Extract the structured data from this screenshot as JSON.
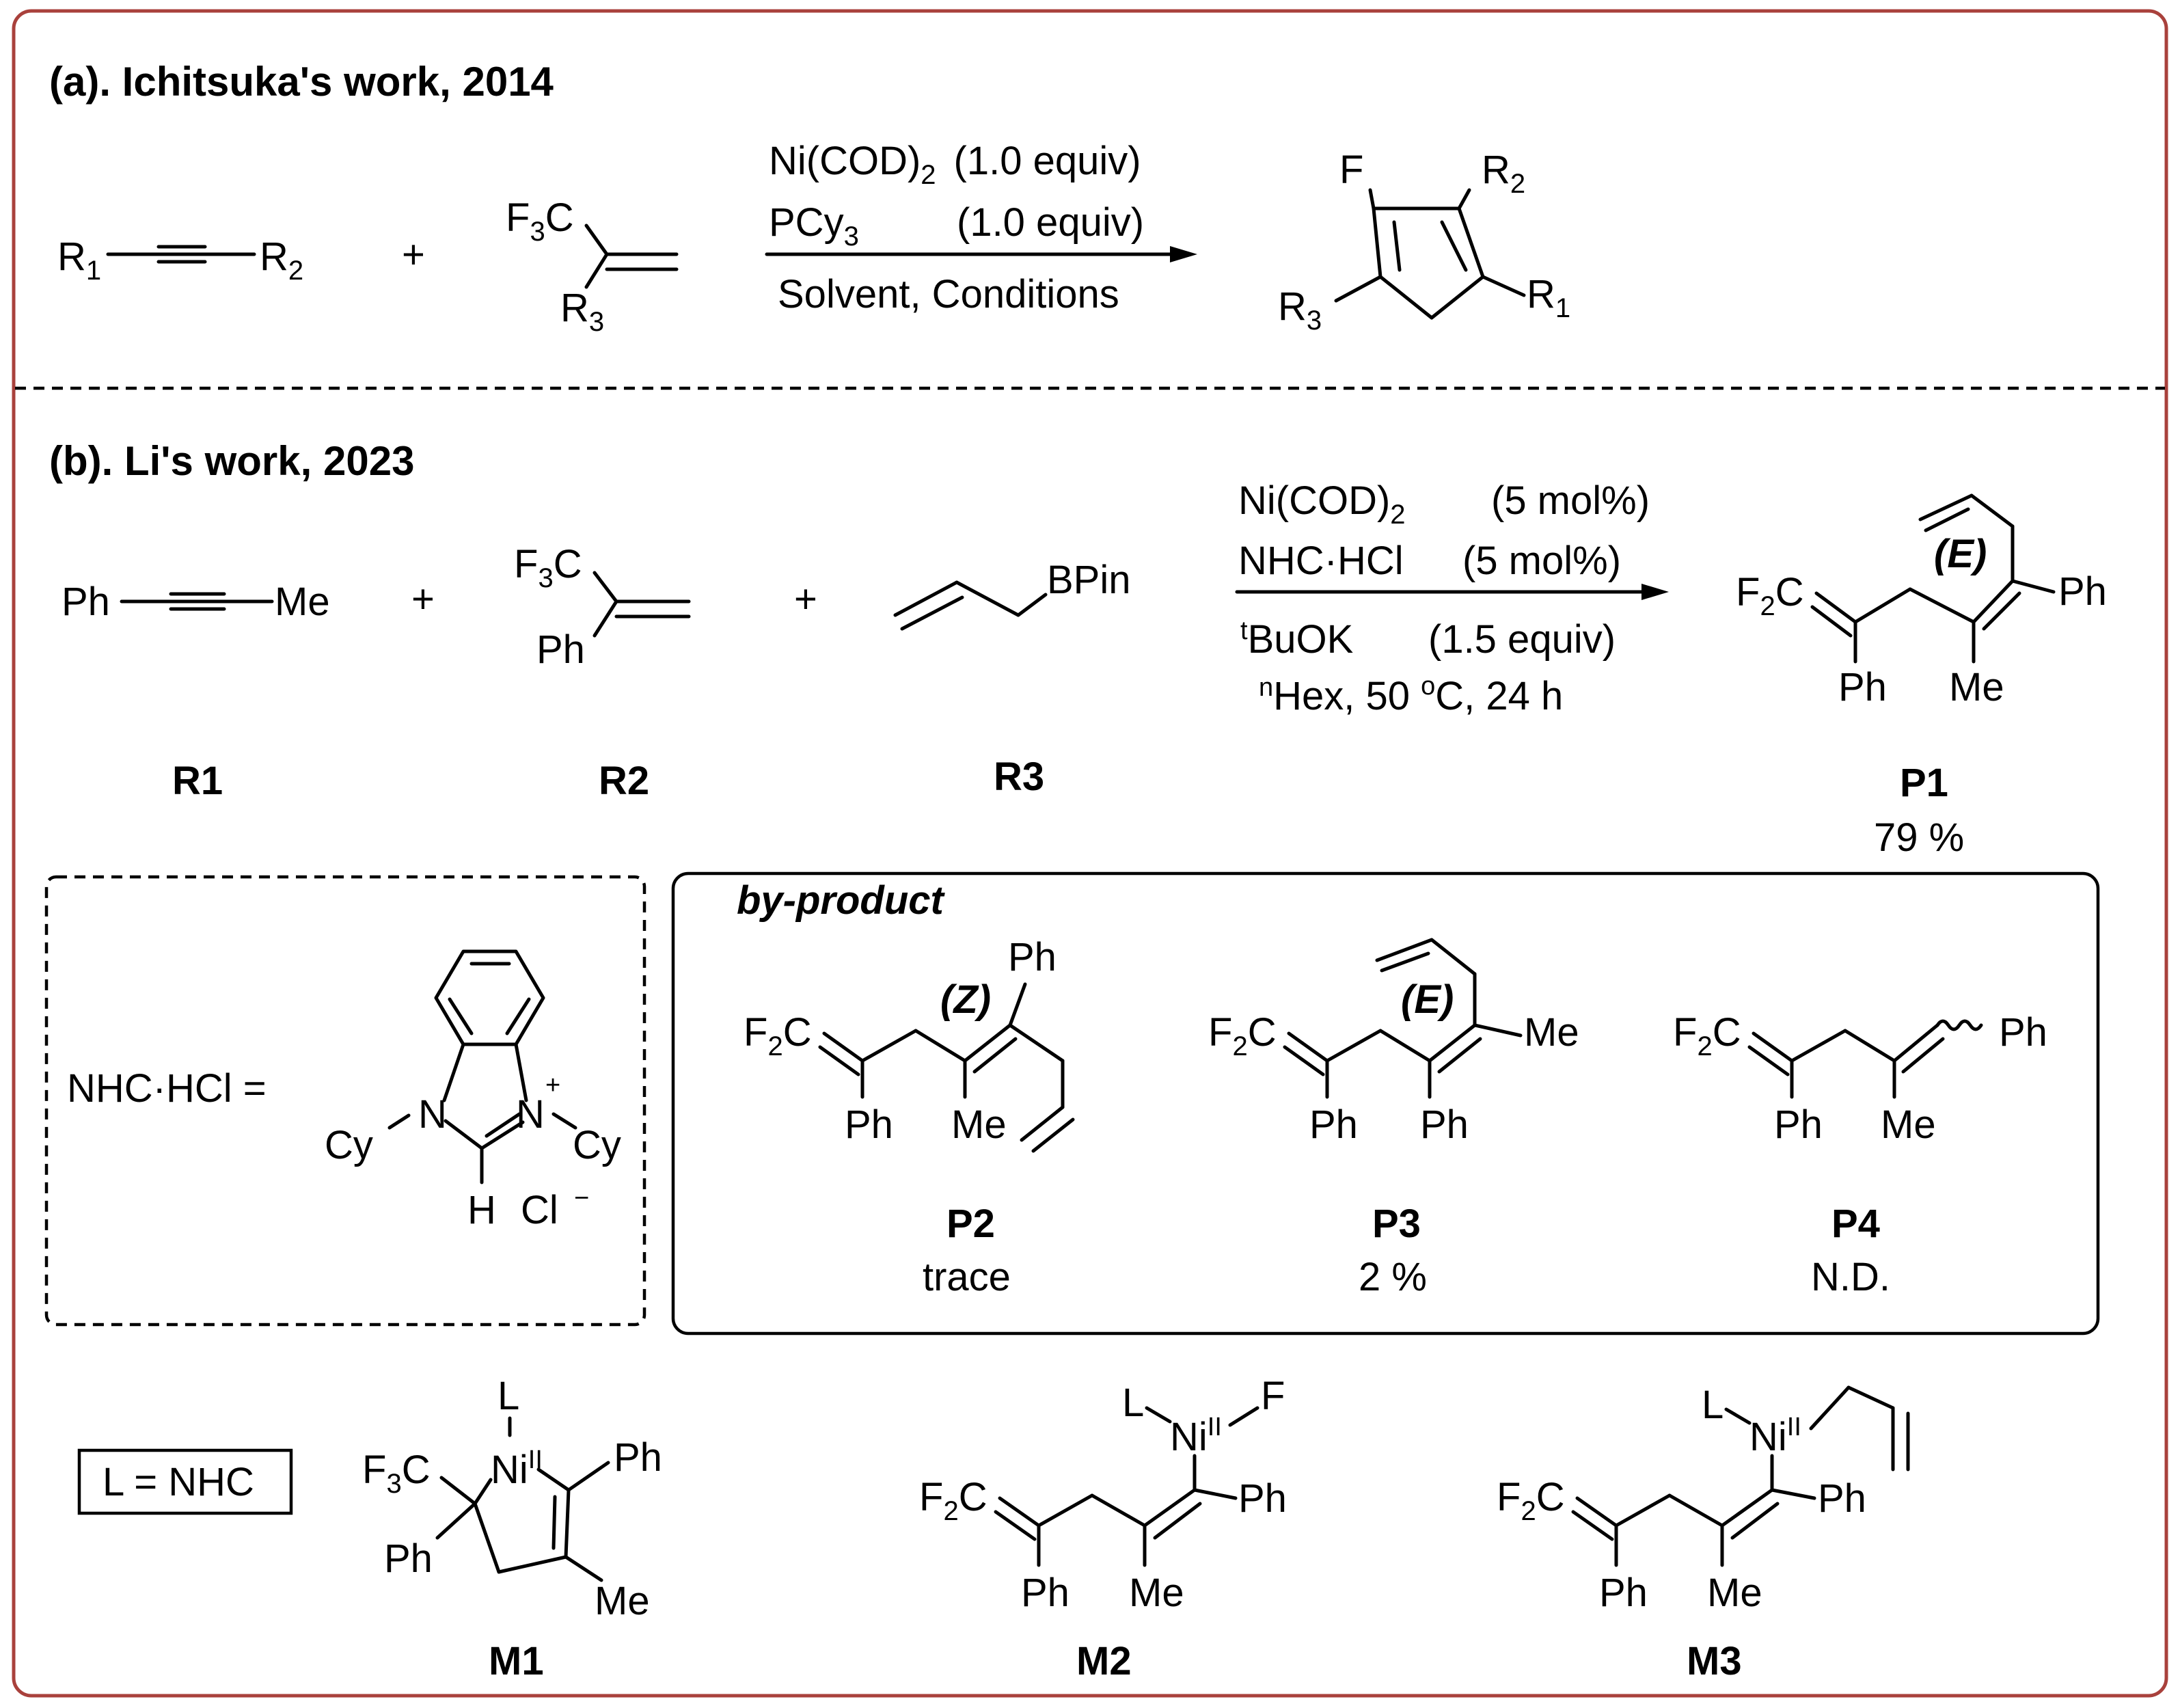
{
  "section_a": {
    "title": "(a). Ichitsuka's work, 2014",
    "alkyne": {
      "left": "R",
      "left_sub": "1",
      "right": "R",
      "right_sub": "2"
    },
    "plus": "+",
    "alkene": {
      "cf3": "F",
      "cf3_sub": "3",
      "cf3_tail": "C",
      "r3": "R",
      "r3_sub": "3"
    },
    "conditions": {
      "line1_main": "Ni(COD)",
      "line1_sub": "2",
      "line1_amount": "(1.0 equiv)",
      "line2_main": "PCy",
      "line2_sub": "3",
      "line2_amount": "(1.0 equiv)",
      "line3": "Solvent, Conditions"
    },
    "product": {
      "f": "F",
      "r2": "R",
      "r2_sub": "2",
      "r3": "R",
      "r3_sub": "3",
      "r1": "R",
      "r1_sub": "1"
    }
  },
  "section_b": {
    "title": "(b). Li's work, 2023",
    "reagents": {
      "r1": {
        "ph": "Ph",
        "me": "Me",
        "label": "R1"
      },
      "r2": {
        "cf3": "F",
        "cf3_sub": "3",
        "cf3_tail": "C",
        "ph": "Ph",
        "label": "R2"
      },
      "r3": {
        "bpin": "BPin",
        "label": "R3"
      },
      "plus": "+"
    },
    "conditions": {
      "line1_main": "Ni(COD)",
      "line1_sub": "2",
      "line1_amount": "(5 mol%)",
      "line2_main": "NHC·HCl",
      "line2_amount": "(5 mol%)",
      "line3_sup": "t",
      "line3_main": "BuOK",
      "line3_amount": "(1.5 equiv)",
      "line4_sup": "n",
      "line4_main": "Hex, 50 ",
      "line4_deg": "o",
      "line4_tail": "C, 24 h"
    },
    "product": {
      "f2": "F",
      "f2_sub": "2",
      "f2_tail": "C",
      "stereo": "(E)",
      "ph_right": "Ph",
      "ph_bottom": "Ph",
      "me": "Me",
      "label": "P1",
      "yield": "79 %"
    },
    "nhc_box": {
      "label": "NHC·HCl =",
      "cy_left": "Cy",
      "cy_right": "Cy",
      "n_left": "N",
      "n_right": "N",
      "charge": "+",
      "h": "H",
      "cl": "Cl",
      "cl_charge": "−"
    },
    "byproduct": {
      "title": "by-product",
      "p2": {
        "f2": "F",
        "f2_sub": "2",
        "f2_tail": "C",
        "stereo": "(Z)",
        "ph_top": "Ph",
        "ph": "Ph",
        "me": "Me",
        "label": "P2",
        "yield": "trace"
      },
      "p3": {
        "f2": "F",
        "f2_sub": "2",
        "f2_tail": "C",
        "stereo": "(E)",
        "me": "Me",
        "ph_left": "Ph",
        "ph_right": "Ph",
        "label": "P3",
        "yield": "2 %"
      },
      "p4": {
        "f2": "F",
        "f2_sub": "2",
        "f2_tail": "C",
        "ph_right": "Ph",
        "ph": "Ph",
        "me": "Me",
        "label": "P4",
        "yield": "N.D."
      }
    },
    "ligand_key": "L = NHC",
    "m1": {
      "l": "L",
      "ni": "Ni",
      "ni_ox": "II",
      "cf3": "F",
      "cf3_sub": "3",
      "cf3_tail": "C",
      "ph_right": "Ph",
      "ph_left": "Ph",
      "me": "Me",
      "label": "M1"
    },
    "m2": {
      "l": "L",
      "ni": "Ni",
      "ni_ox": "II",
      "f": "F",
      "f2": "F",
      "f2_sub": "2",
      "f2_tail": "C",
      "ph_right": "Ph",
      "ph": "Ph",
      "me": "Me",
      "label": "M2"
    },
    "m3": {
      "l": "L",
      "ni": "Ni",
      "ni_ox": "II",
      "f2": "F",
      "f2_sub": "2",
      "f2_tail": "C",
      "ph_right": "Ph",
      "ph": "Ph",
      "me": "Me",
      "label": "M3"
    }
  }
}
